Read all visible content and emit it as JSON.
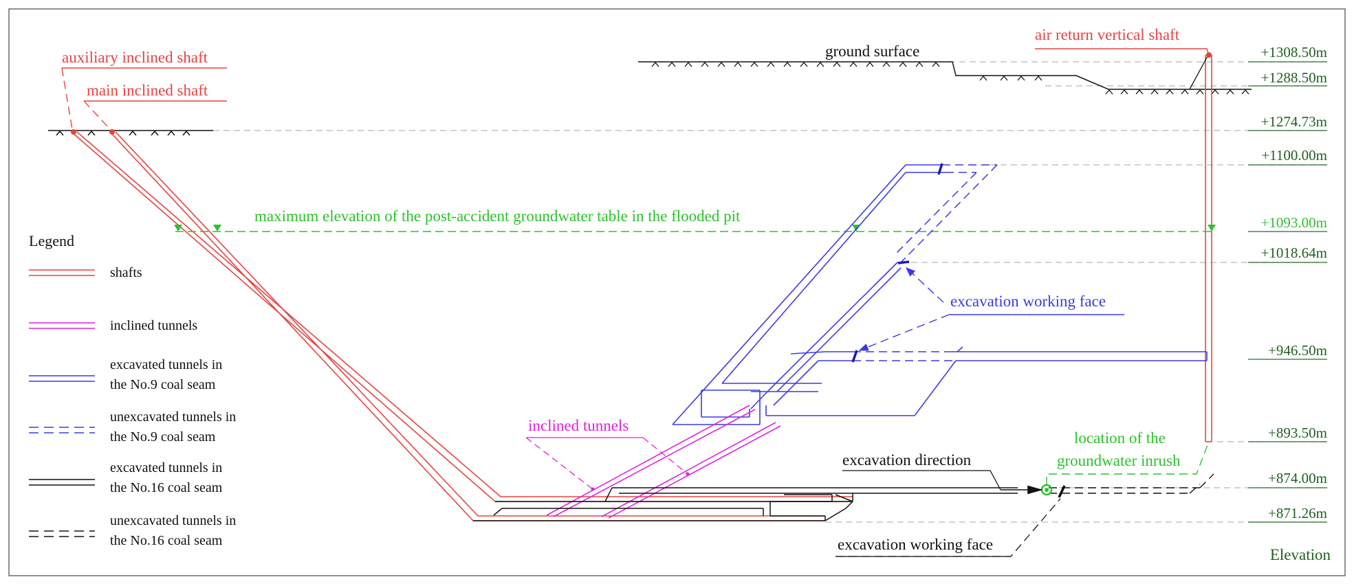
{
  "labels": {
    "ground_surface": "ground surface",
    "air_return_shaft": "air return vertical shaft",
    "auxiliary_shaft": "auxiliary inclined shaft",
    "main_shaft": "main inclined shaft",
    "groundwater_max": "maximum elevation of the post-accident groundwater table in the flooded pit",
    "excavation_working_face_upper": "excavation working face",
    "inclined_tunnels": "inclined tunnels",
    "location_inrush_line1": "location of the",
    "location_inrush_line2": "groundwater inrush",
    "excavation_direction": "excavation direction",
    "excavation_working_face_lower": "excavation working face",
    "elevation_word": "Elevation"
  },
  "elevations": [
    "+1308.50m",
    "+1288.50m",
    "+1274.73m",
    "+1100.00m",
    "+1093.00m",
    "+1018.64m",
    "+946.50m",
    "+893.50m",
    "+874.00m",
    "+871.26m"
  ],
  "legend": {
    "title": "Legend",
    "items": [
      {
        "lines": [
          "shafts"
        ]
      },
      {
        "lines": [
          "inclined tunnels"
        ]
      },
      {
        "lines": [
          "excavated tunnels in",
          "the No.9 coal seam"
        ]
      },
      {
        "lines": [
          "unexcavated tunnels in",
          "the No.9 coal seam"
        ]
      },
      {
        "lines": [
          "excavated tunnels in",
          "the No.16 coal seam"
        ]
      },
      {
        "lines": [
          "unexcavated tunnels in",
          "the No.16 coal seam"
        ]
      }
    ]
  },
  "colors": {
    "shaft": "#e8423f",
    "inclined": "#e020e0",
    "no9": "#3a3ae6",
    "no16": "#111111",
    "water": "#2cc22c",
    "elev_text": "#1f5f1f"
  }
}
